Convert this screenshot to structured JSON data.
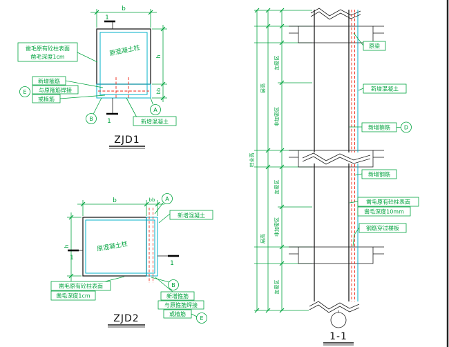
{
  "colors": {
    "green": "#00a33e",
    "red": "#ee2211",
    "cyan": "#00b0c8",
    "black": "#1c1c1c"
  },
  "zjd1": {
    "title": "ZJD1",
    "dim_top": "b",
    "dim_right_main": "h",
    "dim_right_small": "bb",
    "section_mark": "1",
    "roughen_line1": "凿毛原有砼柱表面",
    "roughen_line2": "凿毛深度1cm",
    "original_column": "原混凝土柱",
    "new_stirrup": "新增箍筋",
    "weld_to_original": "与原箍筋焊接",
    "or_planted": "或植筋",
    "new_concrete": "新增混凝土",
    "marker_a": "A",
    "marker_b": "B",
    "marker_e": "E"
  },
  "zjd2": {
    "title": "ZJD2",
    "dim_top_b": "b",
    "dim_top_bb": "bb",
    "dim_left": "h",
    "section_mark": "1",
    "roughen_line1": "凿毛原有砼柱表面",
    "roughen_line2": "凿毛深度1cm",
    "original_column": "原混凝土柱",
    "new_stirrup": "新增箍筋",
    "weld_to_original": "与原箍筋焊接",
    "or_planted": "或植筋",
    "new_concrete": "新增混凝土",
    "marker_a": "A",
    "marker_b": "B",
    "marker_e": "E"
  },
  "section11": {
    "title": "1-1",
    "original_beam": "原梁",
    "new_concrete": "新增混凝土",
    "new_stirrup": "新增箍筋",
    "new_rebar": "新增钢筋",
    "roughen_line1": "凿毛原有砼柱表面",
    "roughen_line2": "凿毛深度10mm",
    "rebar_through_slab": "钢筋穿过楼板",
    "marker_d": "D",
    "dim_dense": "加密区",
    "dim_nondense": "非加密区",
    "dim_floor": "层高",
    "dim_total": "柱全高"
  }
}
